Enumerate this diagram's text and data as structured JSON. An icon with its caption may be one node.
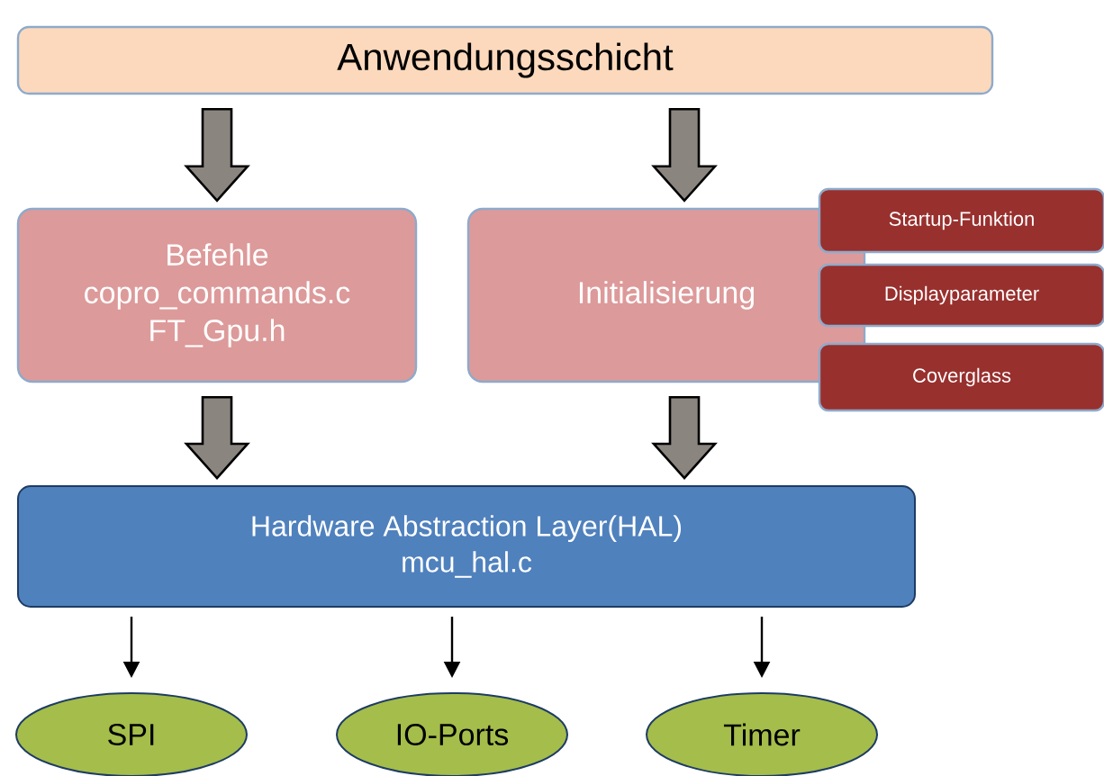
{
  "diagram": {
    "nodes": [
      {
        "text": [
          "Anwendungsschicht"
        ]
      },
      {
        "text": [
          "Befehle",
          "copro_commands.c",
          "FT_Gpu.h"
        ]
      },
      {
        "text": [
          "Initialisierung"
        ]
      },
      {
        "text": [
          "Startup-Funktion"
        ]
      },
      {
        "text": [
          "Displayparameter"
        ]
      },
      {
        "text": [
          "Coverglass"
        ]
      },
      {
        "text": [
          "Hardware Abstraction Layer(HAL)",
          "mcu_hal.c"
        ]
      },
      {
        "text": [
          "SPI"
        ]
      },
      {
        "text": [
          "IO-Ports"
        ]
      },
      {
        "text": [
          "Timer"
        ]
      }
    ],
    "edges": [
      {
        "from": 0,
        "to": 1,
        "arrow": "to",
        "style": "thick"
      },
      {
        "from": 0,
        "to": 2,
        "arrow": "to",
        "style": "thick"
      },
      {
        "from": 1,
        "to": 6,
        "arrow": "to",
        "style": "thick"
      },
      {
        "from": 2,
        "to": 6,
        "arrow": "to",
        "style": "thick"
      },
      {
        "from": 6,
        "to": 7,
        "arrow": "to"
      },
      {
        "from": 6,
        "to": 8,
        "arrow": "to"
      },
      {
        "from": 6,
        "to": 9,
        "arrow": "to"
      }
    ]
  }
}
